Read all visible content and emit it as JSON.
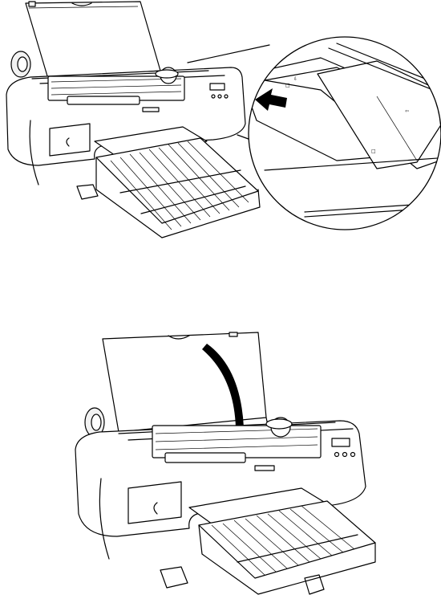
{
  "figures": [
    {
      "id": "step-1",
      "caption": "",
      "callout": {
        "marks": [
          "□",
          "⇩",
          "⇦",
          "□"
        ]
      },
      "icons": [
        "printer",
        "paper-guide-arrow",
        "zoom-callout"
      ]
    },
    {
      "id": "step-2",
      "caption": "",
      "icons": [
        "printer",
        "close-cover-arrow"
      ]
    }
  ],
  "colors": {
    "line": "#000000",
    "background": "#ffffff",
    "shade": "#f2f2f2"
  }
}
